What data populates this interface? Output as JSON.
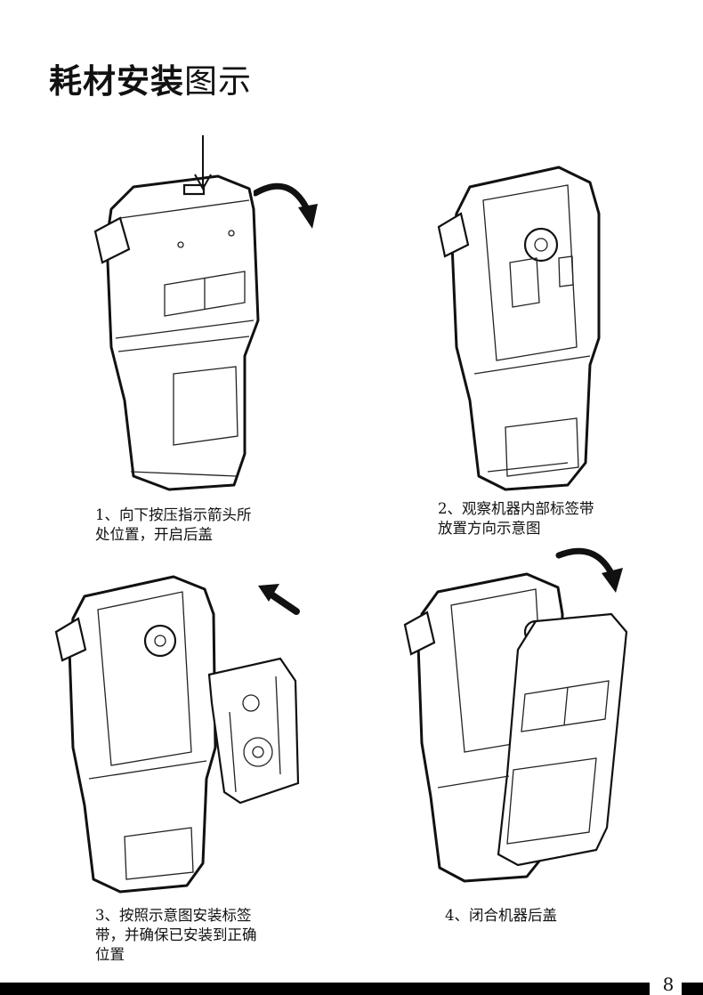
{
  "title": {
    "bold": "耗材安装",
    "normal": "图示"
  },
  "steps": [
    {
      "caption": "1、向下按压指示箭头所\n处位置，开启后盖"
    },
    {
      "caption": "2、观察机器内部标签带\n放置方向示意图"
    },
    {
      "caption": "3、按照示意图安装标签\n带，并确保已安装到正确\n位置"
    },
    {
      "caption": "4、闭合机器后盖"
    }
  ],
  "page_number": "8",
  "icons": [
    "down-arrow-icon",
    "curved-arrow-icon",
    "insert-arrow-icon"
  ]
}
